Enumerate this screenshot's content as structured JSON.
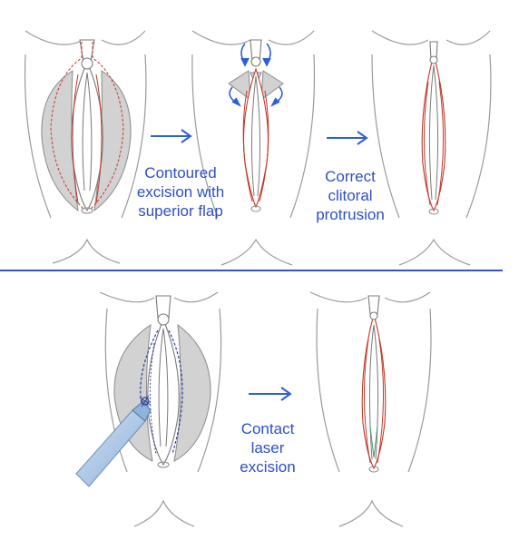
{
  "colors": {
    "caption": "#2e4fc9",
    "arrow": "#2e5fd8",
    "divider": "#2f55d4",
    "outline": "#8c8c8c",
    "shading": "#d2d2d2",
    "incision": "#c0392b",
    "dashed_blue": "#2a3f9a",
    "laser": "#a9c7e6"
  },
  "captions": {
    "step1": [
      "Contoured",
      "excision with",
      "superior flap"
    ],
    "step2": [
      "Correct",
      "clitoral",
      "protrusion"
    ],
    "step3": [
      "Contact",
      "laser",
      "excision"
    ]
  },
  "icons": [
    "right-arrow-icon",
    "laser-probe-icon",
    "rotation-arrow-icon"
  ]
}
